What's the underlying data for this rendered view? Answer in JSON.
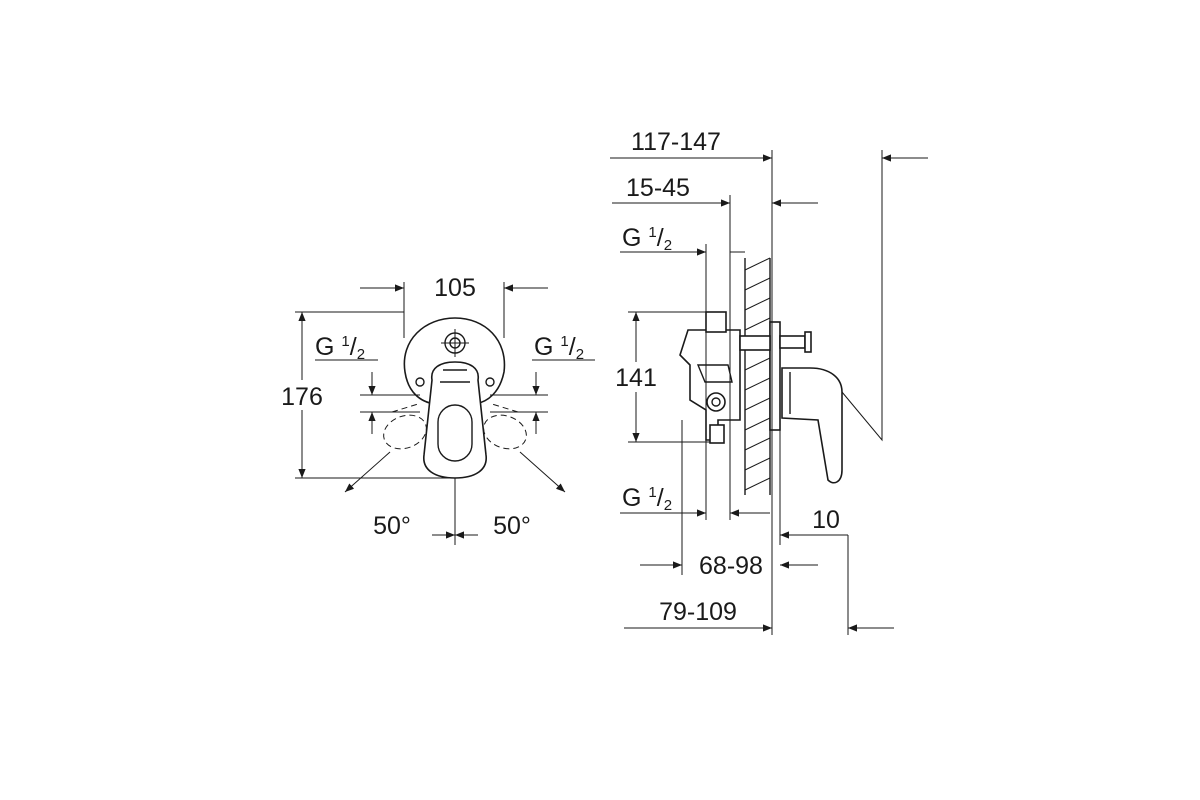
{
  "front_view": {
    "width_dim": "105",
    "height_dim": "176",
    "thread_left": {
      "base": "G ",
      "num": "1",
      "sep": "/",
      "den": "2"
    },
    "thread_right": {
      "base": "G ",
      "num": "1",
      "sep": "/",
      "den": "2"
    },
    "angle_left": "50°",
    "angle_right": "50°"
  },
  "side_view": {
    "depth_total": "117-147",
    "depth_min": "15-45",
    "height_dim": "141",
    "thread_top": {
      "base": "G ",
      "num": "1",
      "sep": "/",
      "den": "2"
    },
    "thread_bottom": {
      "base": "G ",
      "num": "1",
      "sep": "/",
      "den": "2"
    },
    "offset": "10",
    "depth_mid": "68-98",
    "depth_back": "79-109"
  },
  "colors": {
    "line": "#1a1a1a",
    "background": "#ffffff"
  }
}
